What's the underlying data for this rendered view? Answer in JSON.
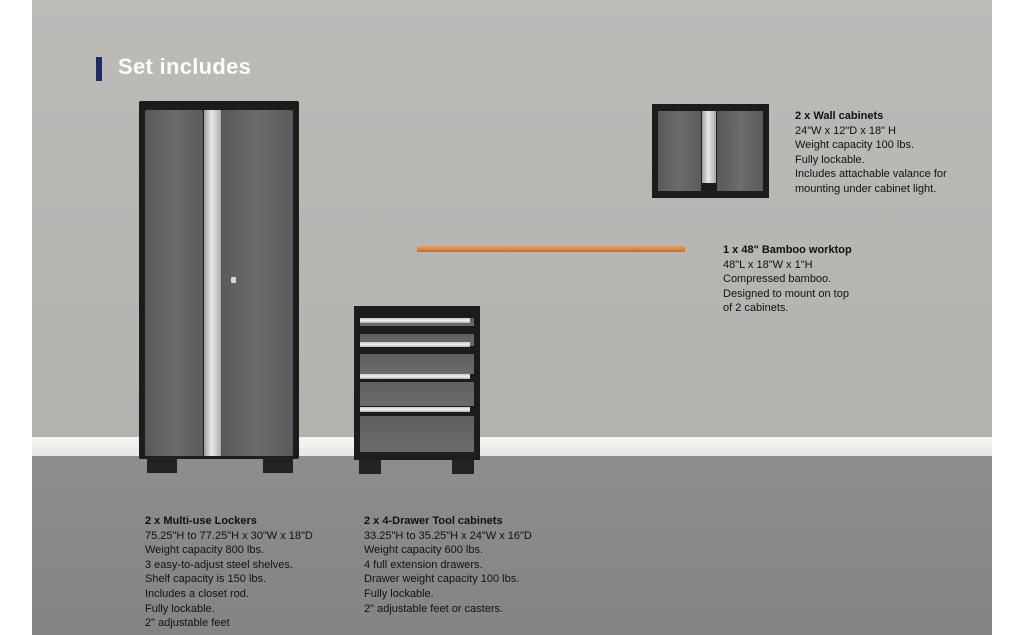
{
  "title": "Set includes",
  "colors": {
    "title_bar": "#1f2a6b",
    "wall": "#b8b6b3",
    "floor": "#8a8988",
    "worktop": "#d8843d",
    "cabinet": "#5e5f61"
  },
  "products": {
    "locker": {
      "heading": "2 x Multi-use Lockers",
      "lines": [
        "75.25\"H to 77.25\"H x 30\"W x 18\"D",
        "Weight capacity 800 lbs.",
        "3 easy-to-adjust steel shelves.",
        "Shelf capacity is 150 lbs.",
        "Includes a closet rod.",
        "Fully lockable.",
        "2\" adjustable feet"
      ]
    },
    "tool": {
      "heading": "2 x 4-Drawer Tool cabinets",
      "lines": [
        "33.25\"H to 35.25\"H x 24\"W x 16\"D",
        "Weight capacity 600 lbs.",
        "4 full extension drawers.",
        "Drawer weight capacity 100 lbs.",
        "Fully lockable.",
        "2\" adjustable feet or casters."
      ]
    },
    "wall": {
      "heading": "2 x Wall cabinets",
      "lines": [
        "24\"W x 12\"D x 18\" H",
        "Weight capacity 100 lbs.",
        "Fully lockable.",
        "Includes attachable valance for",
        "mounting under cabinet light."
      ]
    },
    "worktop": {
      "heading": "1 x 48\" Bamboo worktop",
      "lines": [
        "48\"L x 18\"W x 1\"H",
        "Compressed bamboo.",
        "Designed to mount on top",
        "of 2 cabinets."
      ]
    }
  }
}
